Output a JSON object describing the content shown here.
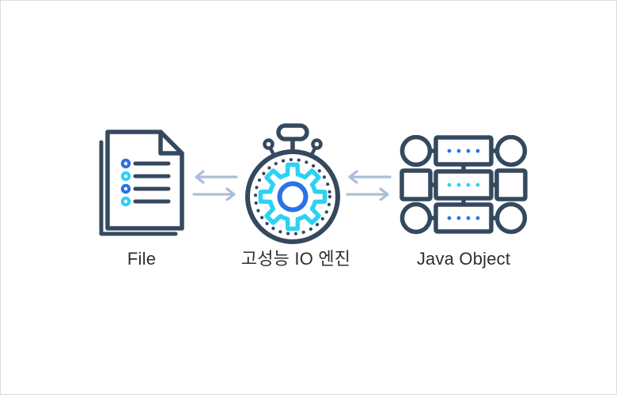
{
  "diagram": {
    "title": "",
    "nodes": [
      {
        "id": "file",
        "label": "File",
        "icon": "document-list-icon"
      },
      {
        "id": "io-engine",
        "label": "고성능 IO 엔진",
        "icon": "stopwatch-gear-icon"
      },
      {
        "id": "java-object",
        "label": "Java Object",
        "icon": "object-graph-icon"
      }
    ],
    "connections": [
      {
        "from": "file",
        "to": "io-engine",
        "direction": "bidirectional"
      },
      {
        "from": "io-engine",
        "to": "java-object",
        "direction": "bidirectional"
      }
    ]
  },
  "colors": {
    "outline_dark": "#35495e",
    "accent_cyan": "#2bd2f4",
    "accent_blue": "#2b72e6",
    "arrow_gray_blue": "#a9bfd6",
    "label_text": "#2f2f2f",
    "canvas_border": "#dcdcdc",
    "background": "#ffffff"
  }
}
